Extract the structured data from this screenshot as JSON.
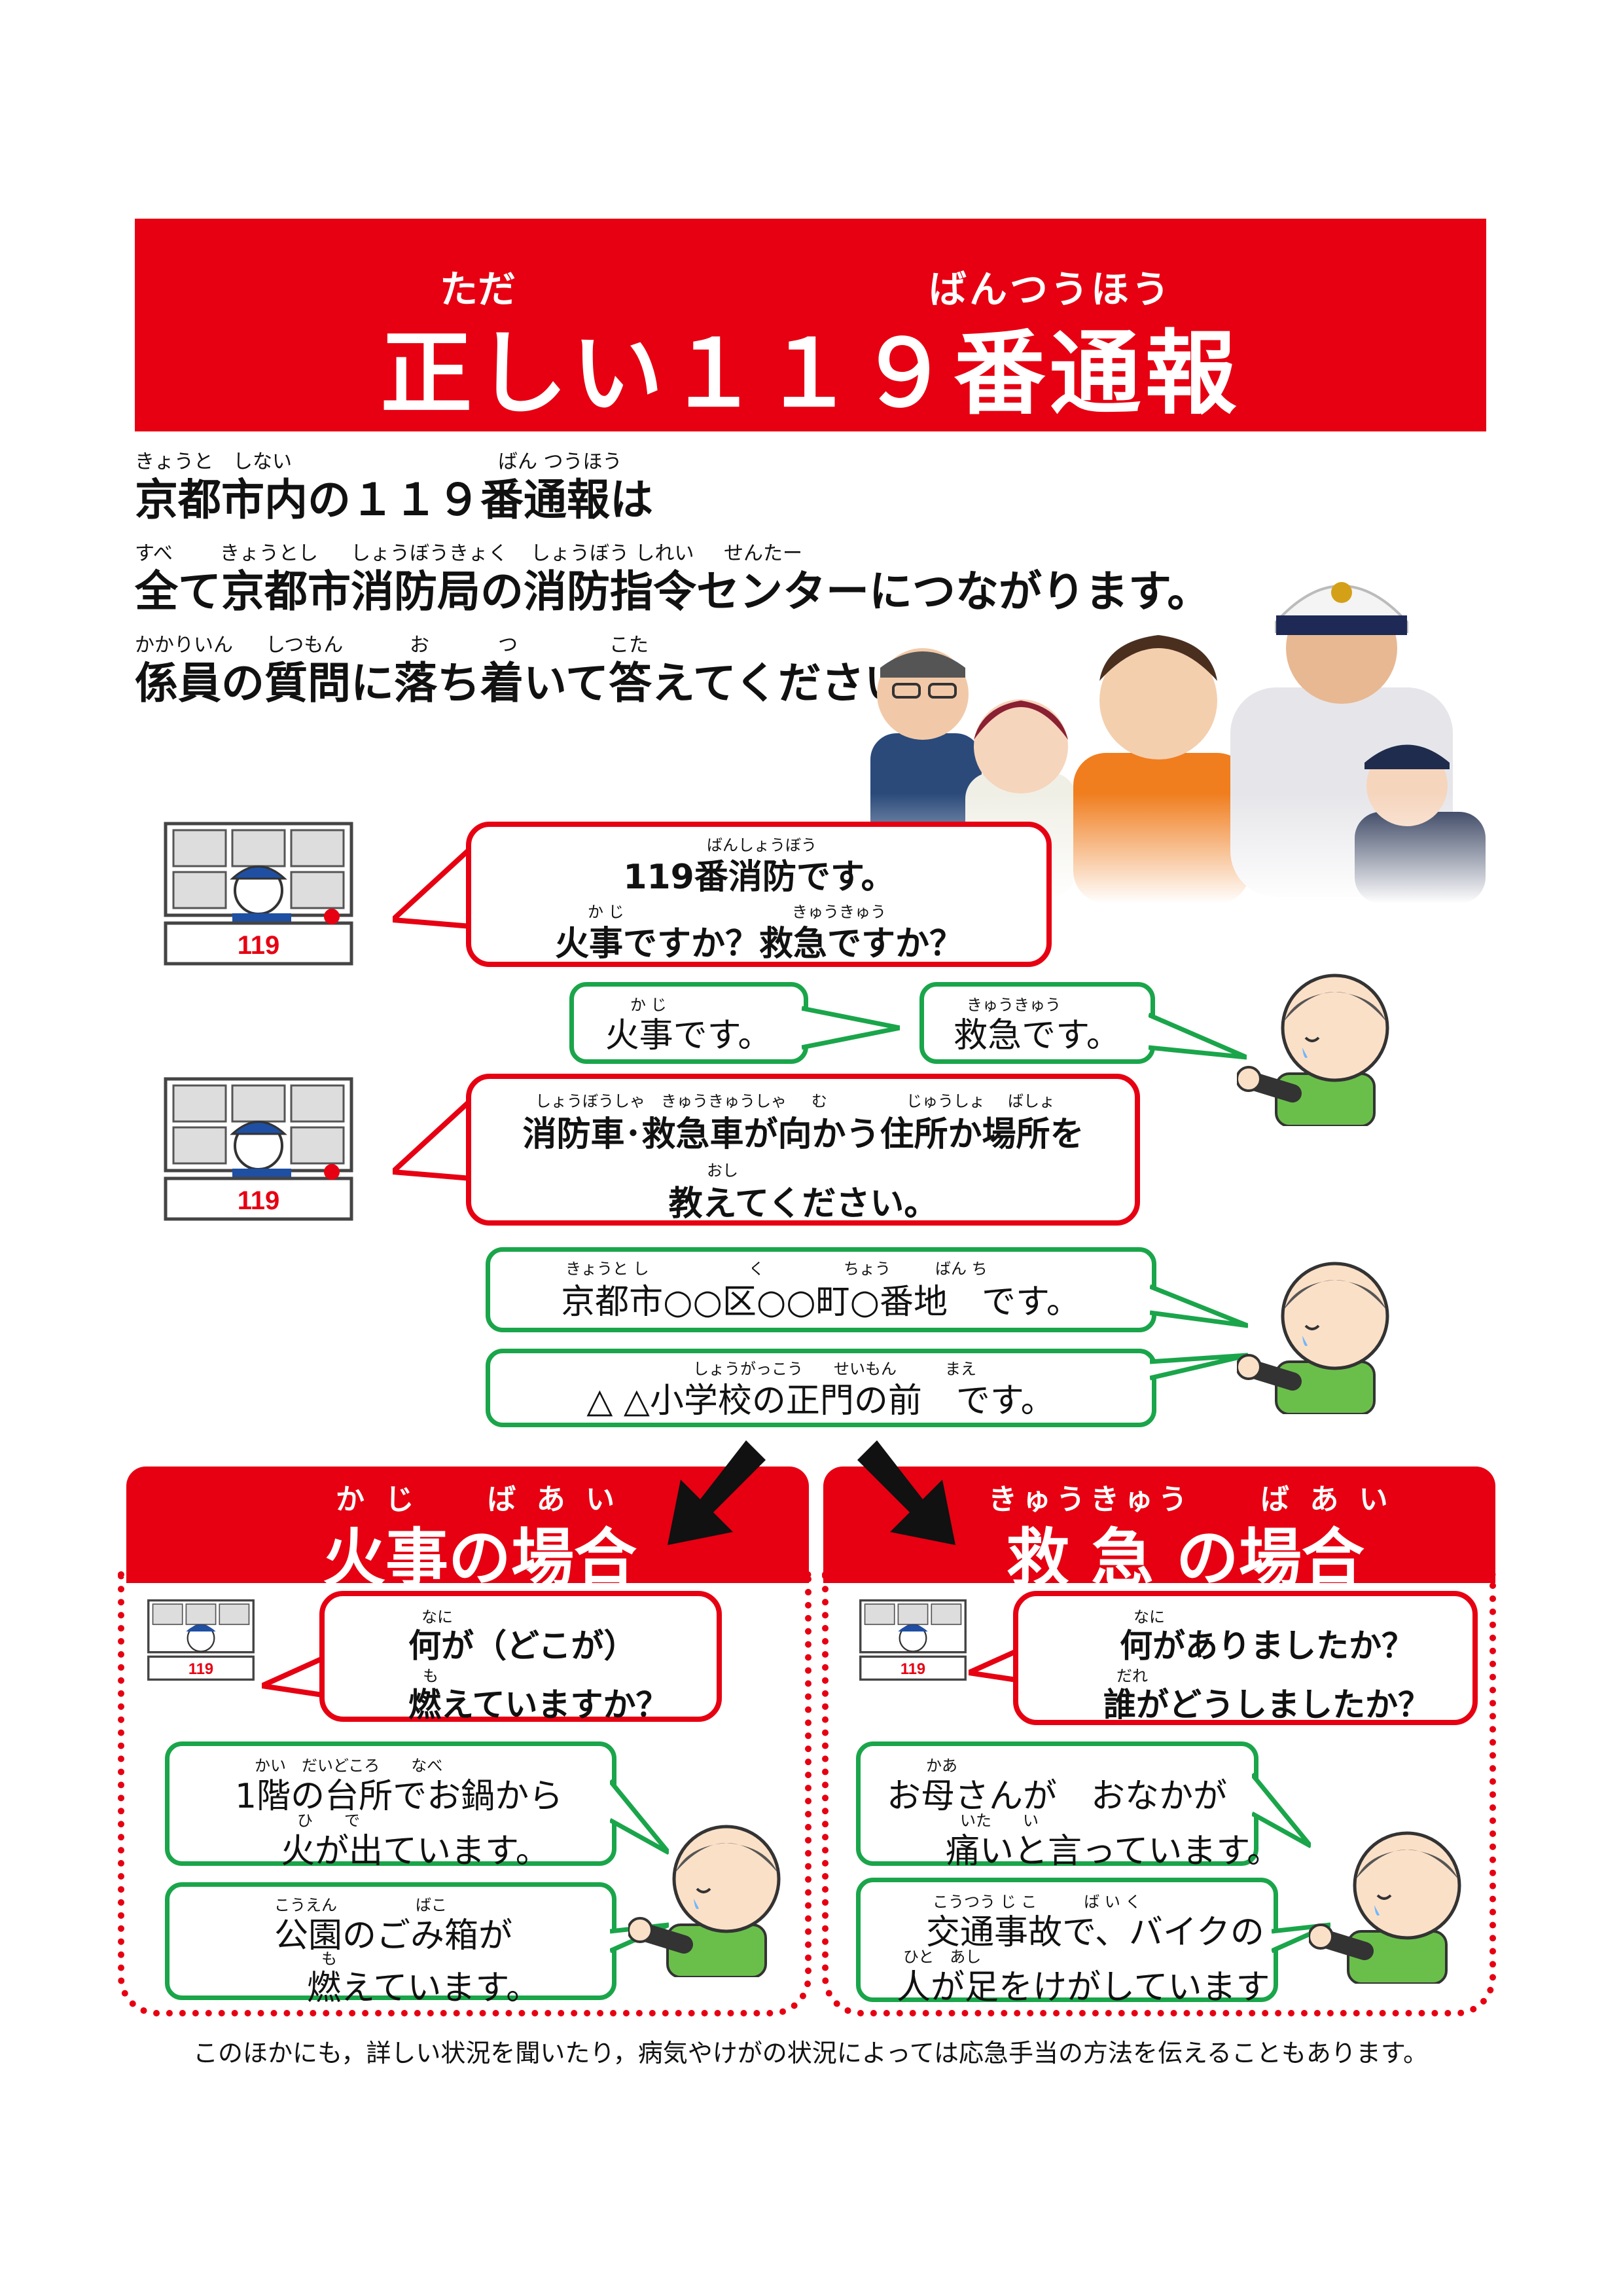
{
  "title": {
    "ruby_left": "ただ",
    "ruby_right": "ばんつうほう",
    "text": "正しい１１９番通報"
  },
  "intro": {
    "line1": {
      "ruby": [
        "きょうと",
        "しない",
        "ばん つうほう"
      ],
      "text": "京都市内の１１９番通報は"
    },
    "line2": {
      "ruby": [
        "すべ",
        "きょうとし",
        "しょうぼうきょく",
        "しょうぼう しれい",
        "せんたー"
      ],
      "text": "全て京都市消防局の消防指令センターにつながります。"
    },
    "line3": {
      "ruby": [
        "かかりいん",
        "しつもん",
        "お",
        "つ",
        "こた"
      ],
      "text": "係員の質問に落ち着いて答えてください。"
    }
  },
  "dispatcher": {
    "desk_label": "119"
  },
  "q1": {
    "ruby1": "ばんしょうぼう",
    "line1": "119番消防です。",
    "ruby2a": "か じ",
    "ruby2b": "きゅうきゅう",
    "line2": "火事ですか？救急ですか？"
  },
  "a1": {
    "fire": {
      "ruby": "か じ",
      "text": "火事です。"
    },
    "ambulance": {
      "ruby": "きゅうきゅう",
      "text": "救急です。"
    }
  },
  "q2": {
    "ruby1": [
      "しょうぼうしゃ",
      "きゅうきゅうしゃ",
      "む",
      "じゅうしょ",
      "ばしょ"
    ],
    "line1": "消防車･救急車が向かう住所か場所を",
    "ruby2": "おし",
    "line2": "教えてください。"
  },
  "a2": {
    "address": {
      "ruby": [
        "きょうと し",
        "く",
        "ちょう",
        "ばん ち"
      ],
      "text": "京都市○○区○○町○番地　です。"
    },
    "landmark": {
      "ruby": [
        "しょうがっこう",
        "せいもん",
        "まえ"
      ],
      "text": "△ △小学校の正門の前　です。"
    }
  },
  "fire_case": {
    "ruby": "か じ　　ば あ い",
    "title": "火事の場合",
    "question": {
      "ruby1": "なに",
      "line1": "何が（どこが）",
      "ruby2": "も",
      "line2": "燃えていますか？"
    },
    "answer1": {
      "ruby1": "かい　だいどころ　　なべ",
      "line1": "1階の台所でお鍋から",
      "ruby2": "ひ　　で",
      "line2": "火が出ています。"
    },
    "answer2": {
      "ruby1": "こうえん　　　　　ばこ",
      "line1": "公園のごみ箱が",
      "ruby2": "も",
      "line2": "燃えています。"
    }
  },
  "ambulance_case": {
    "ruby": "きゅうきゅう　　ば あ い",
    "title": "救 急 の場合",
    "question": {
      "ruby1": "なに",
      "line1": "何がありましたか？",
      "ruby2": "だれ",
      "line2": "誰がどうしましたか？"
    },
    "answer1": {
      "ruby1": "かあ",
      "line1": "お母さんが　おなかが",
      "ruby2": "いた　　い",
      "line2": "痛いと言っています。"
    },
    "answer2": {
      "ruby1": "こうつう じ こ　　　ば い く",
      "line1": "交通事故で、バイクの",
      "ruby2": "ひと　あし",
      "line2": "人が足をけがしています"
    }
  },
  "footer": "このほかにも，詳しい状況を聞いたり，病気やけがの状況によっては応急手当の方法を伝えることもあります。",
  "colors": {
    "red": "#e60012",
    "green": "#1aa54a",
    "skin": "#fbe0c8",
    "shirt": "#6abf4b"
  }
}
